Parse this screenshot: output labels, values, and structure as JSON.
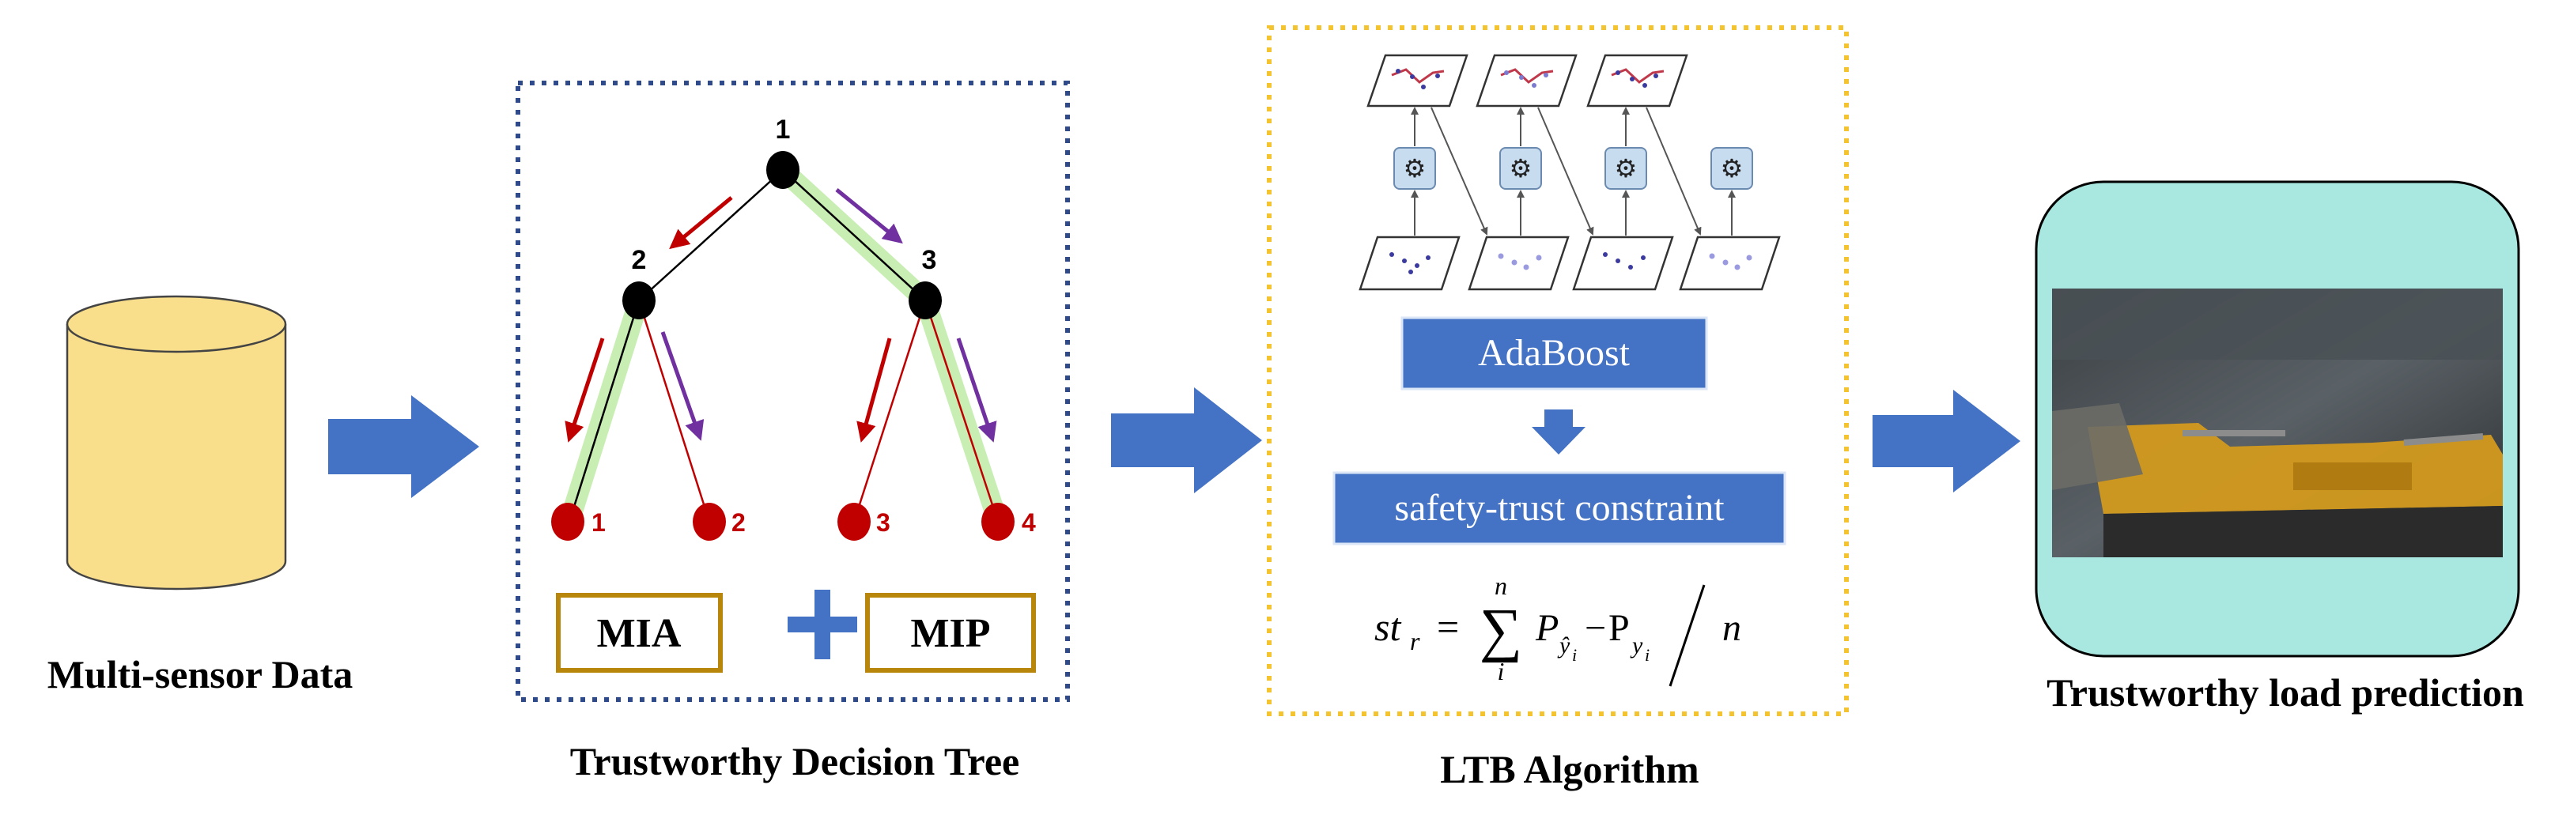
{
  "captions": {
    "data": "Multi-sensor Data",
    "tree": "Trustworthy Decision Tree",
    "ltb": "LTB Algorithm",
    "prediction": "Trustworthy load prediction"
  },
  "tree": {
    "nodes": [
      "1",
      "2",
      "3"
    ],
    "leaves": [
      "1",
      "2",
      "3",
      "4"
    ]
  },
  "boxes": {
    "mia": "MIA",
    "mip": "MIP"
  },
  "ltb": {
    "adaboost": "AdaBoost",
    "constraint": "safety-trust constraint",
    "formula": {
      "lhs": "st",
      "lhs_sub": "r",
      "eq": "=",
      "sum": "∑",
      "sum_top": "n",
      "sum_bottom": "i",
      "p1": "P",
      "p1_sub": "ŷ",
      "p1_sub2": "i",
      "minus": "−",
      "p2": "P",
      "p2_sub": "y",
      "p2_sub2": "i",
      "slash": "/",
      "den": "n"
    }
  },
  "colors": {
    "cylinder": "#f9df8c",
    "arrow": "#4472c4",
    "tree_frame": "#2f4a8a",
    "ltb_frame": "#f4c430",
    "red": "#c00000",
    "purple": "#7030a0",
    "path_highlight": "#c8eeb4",
    "ltb_button": "#4472c4",
    "box_border": "#b8860b",
    "prediction_bg": "#a8e8e0"
  }
}
